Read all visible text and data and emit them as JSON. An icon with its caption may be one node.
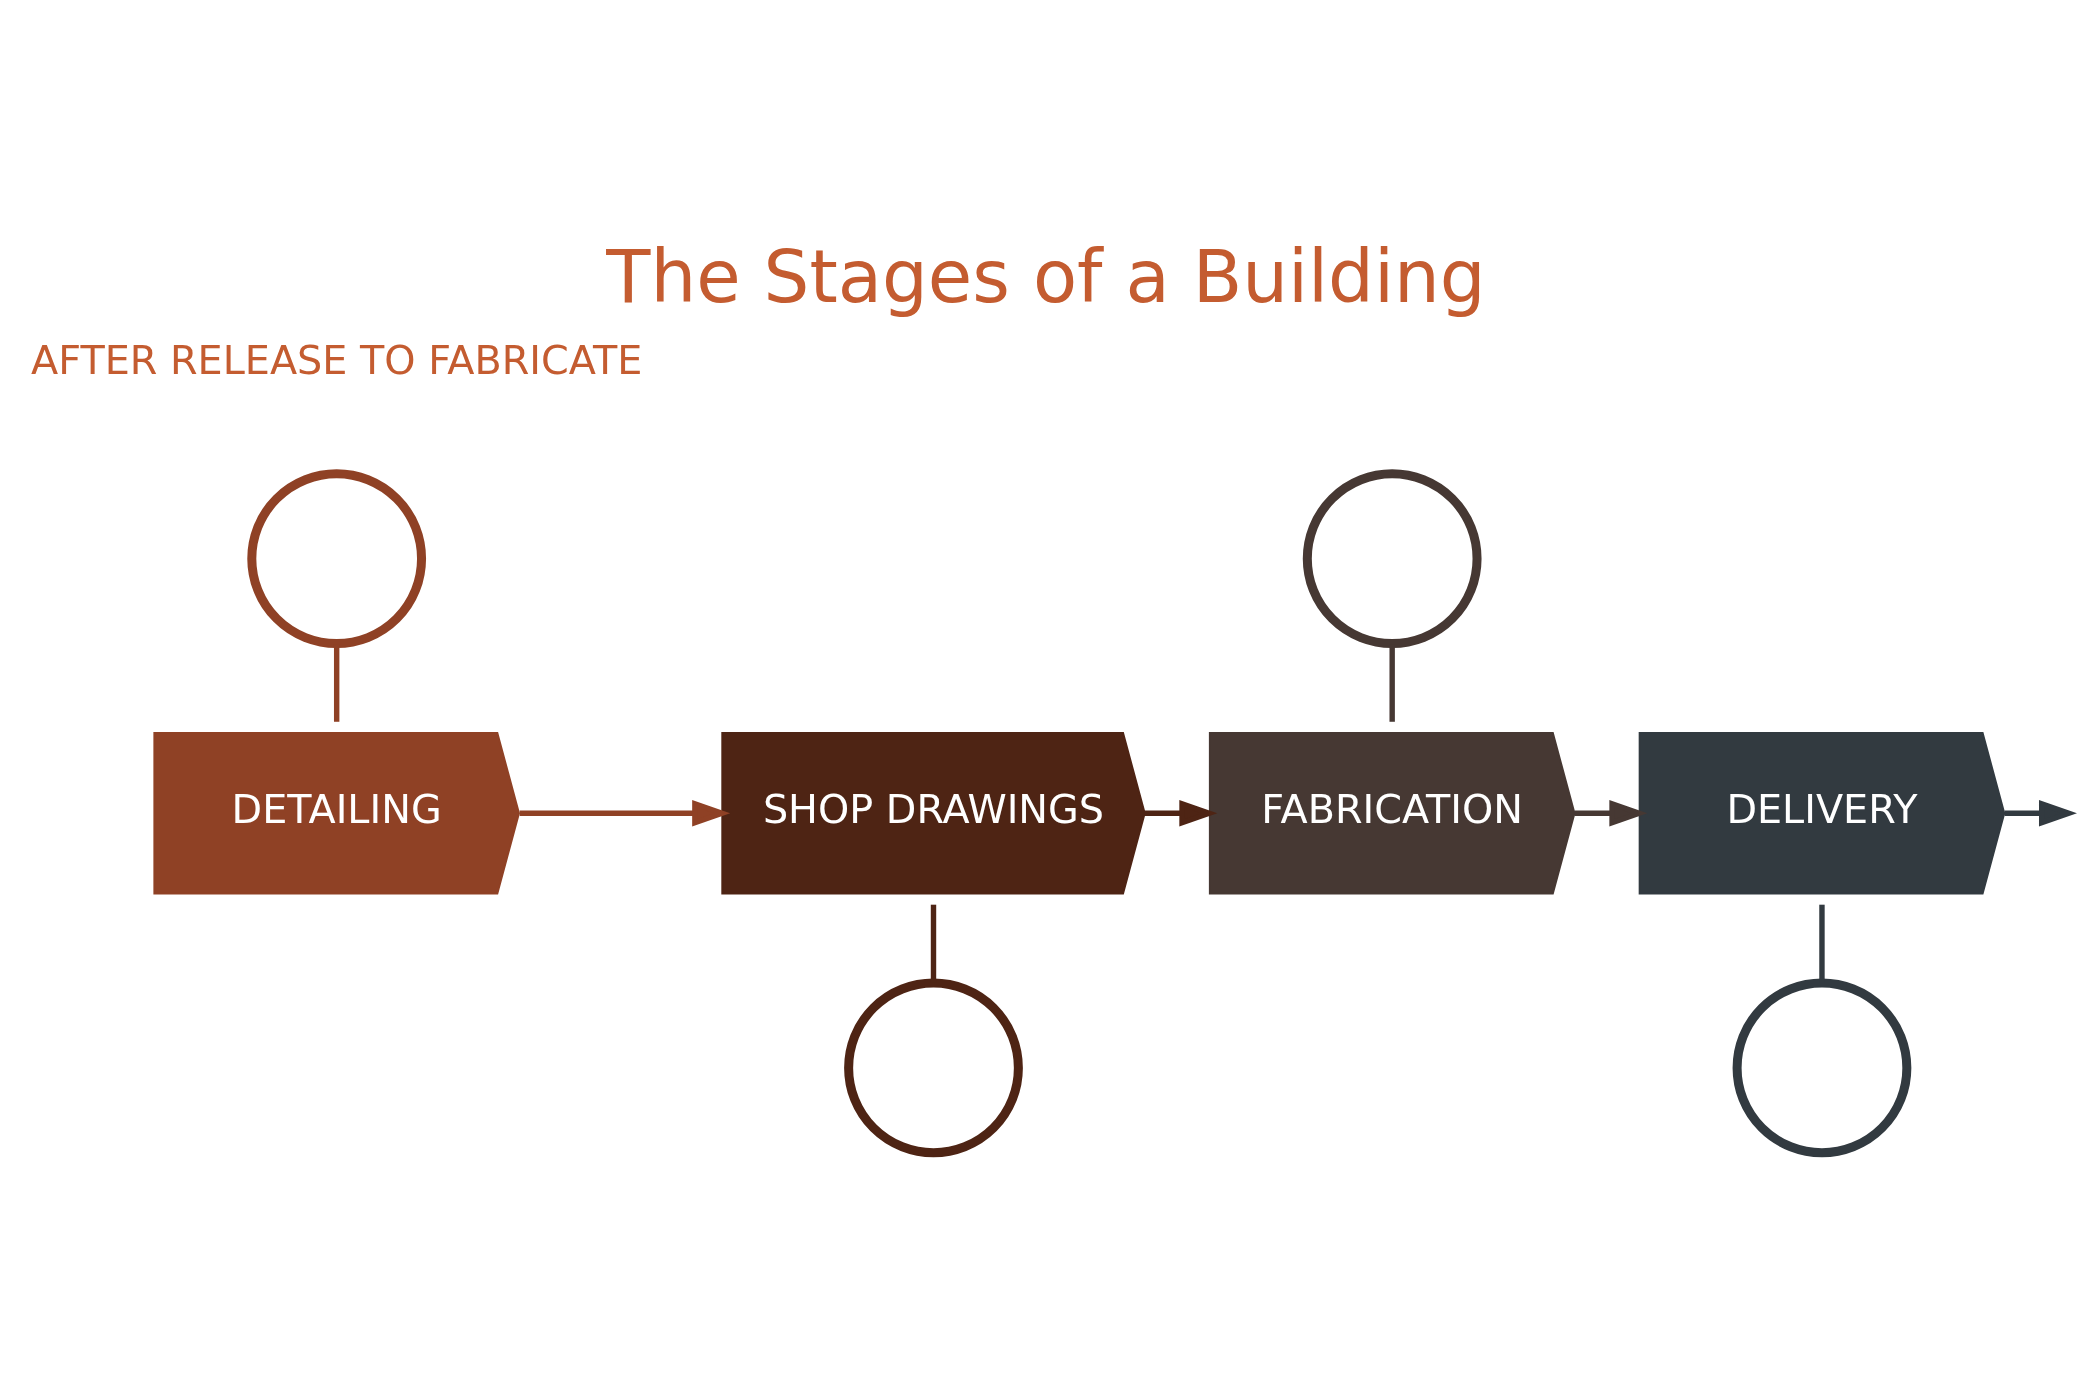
{
  "diagram": {
    "title": "The Stages of a Building",
    "nodes": [
      {
        "text": [
          "DETAILING"
        ]
      },
      {
        "text": [
          "SHOP DRAWINGS"
        ]
      },
      {
        "text": [
          "FABRICATION"
        ]
      },
      {
        "text": [
          "DELIVERY"
        ]
      },
      {
        "text": [],
        "shape": "circle"
      },
      {
        "text": [],
        "shape": "circle"
      },
      {
        "text": [],
        "shape": "circle"
      },
      {
        "text": [],
        "shape": "circle"
      }
    ],
    "edges": [
      {
        "from": 0,
        "to": 1,
        "arrow": "to",
        "color": "#8f4125"
      },
      {
        "from": 1,
        "to": 2,
        "arrow": "to",
        "color": "#4e2414"
      },
      {
        "from": 2,
        "to": 3,
        "arrow": "to",
        "color": "#463833"
      },
      {
        "from": 3,
        "to": null,
        "arrow": "to",
        "color": "#323a40"
      },
      {
        "from": 4,
        "to": 0,
        "arrow": "none",
        "color": "#8f4125"
      },
      {
        "from": 1,
        "to": 5,
        "arrow": "none",
        "color": "#4e2414"
      },
      {
        "from": 6,
        "to": 2,
        "arrow": "none",
        "color": "#463833"
      },
      {
        "from": 3,
        "to": 7,
        "arrow": "none",
        "color": "#323a40"
      }
    ],
    "labels": [
      "AFTER RELEASE TO FABRICATE"
    ]
  }
}
